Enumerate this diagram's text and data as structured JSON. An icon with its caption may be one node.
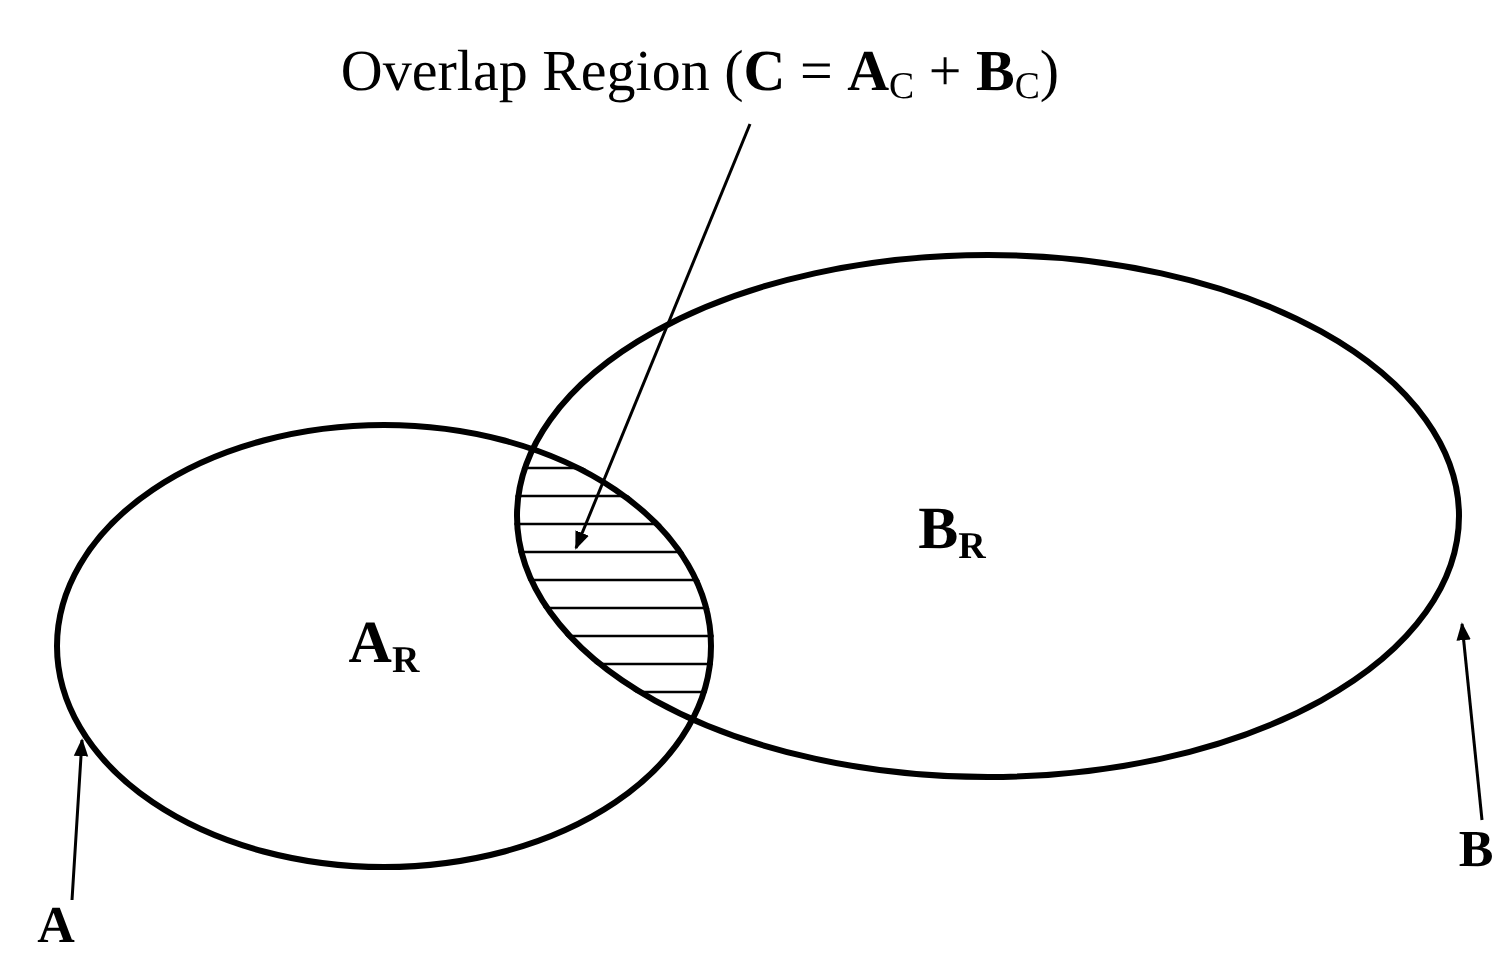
{
  "diagram": {
    "nodes": [
      {
        "text": [
          "A$_{R}$"
        ]
      },
      {
        "text": [
          "B$_{R}$"
        ]
      },
      {
        "text": [],
        "shape": "lens"
      },
      {
        "text": [
          "Overlap Region (**C** = **A**$_{C}$ + **B**$_{C}$)"
        ]
      },
      {
        "text": [
          "A"
        ]
      },
      {
        "text": [
          "B"
        ]
      }
    ],
    "edges": [
      {
        "from": 3,
        "to": 2,
        "arrow": "to"
      },
      {
        "from": 4,
        "to": 0,
        "arrow": "to"
      },
      {
        "from": 5,
        "to": 1,
        "arrow": "to"
      }
    ]
  }
}
